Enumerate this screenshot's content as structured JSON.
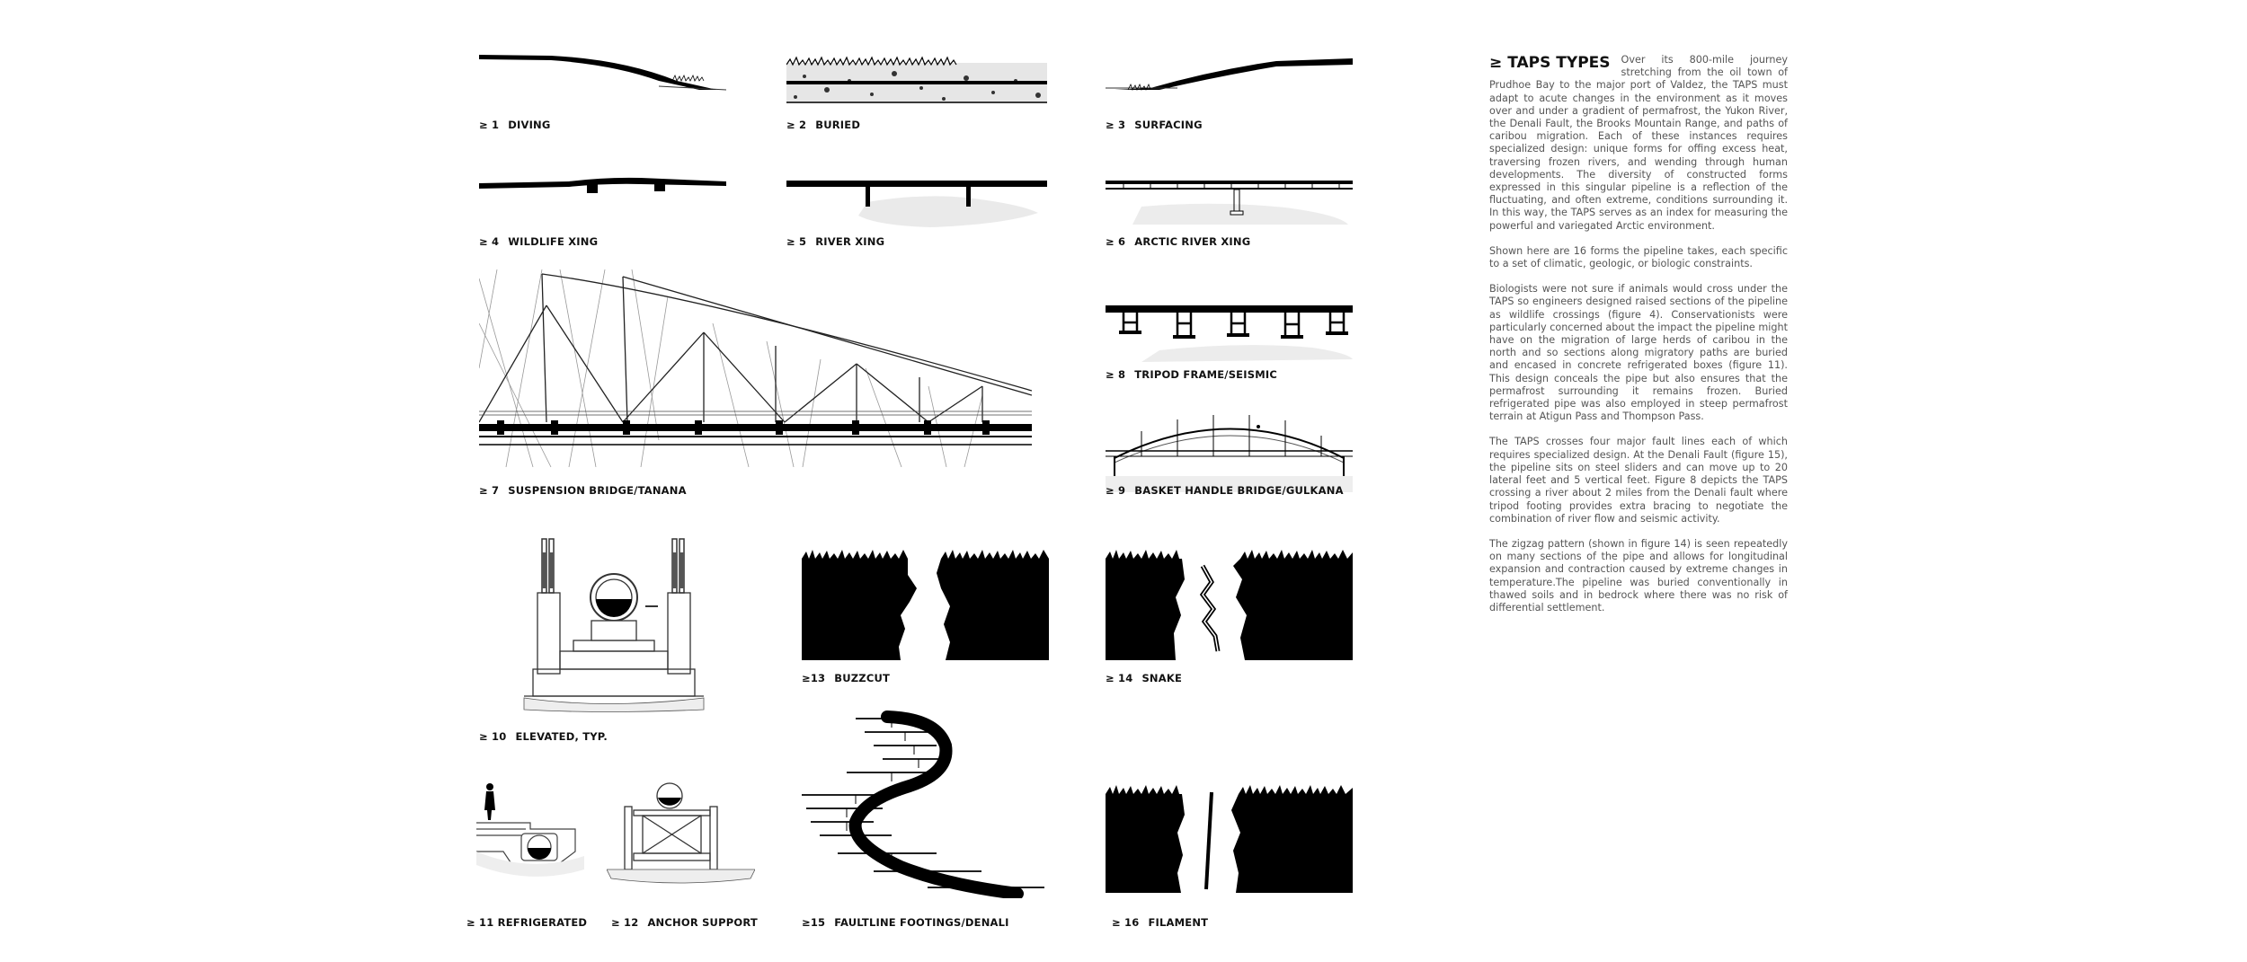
{
  "figures": [
    {
      "num": "≥ 1",
      "label": "DIVING"
    },
    {
      "num": "≥ 2",
      "label": "BURIED"
    },
    {
      "num": "≥ 3",
      "label": "SURFACING"
    },
    {
      "num": "≥ 4",
      "label": "WILDLIFE XING"
    },
    {
      "num": "≥ 5",
      "label": "RIVER XING"
    },
    {
      "num": "≥ 6",
      "label": "ARCTIC RIVER XING"
    },
    {
      "num": "≥ 7",
      "label": "SUSPENSION BRIDGE/TANANA"
    },
    {
      "num": "≥ 8",
      "label": "TRIPOD FRAME/SEISMIC"
    },
    {
      "num": "≥ 9",
      "label": "BASKET HANDLE BRIDGE/GULKANA"
    },
    {
      "num": "≥ 10",
      "label": "ELEVATED, TYP."
    },
    {
      "num": "≥ 11",
      "label": "REFRIGERATED"
    },
    {
      "num": "≥ 12",
      "label": "ANCHOR SUPPORT"
    },
    {
      "num": "≥13",
      "label": "BUZZCUT"
    },
    {
      "num": "≥ 14",
      "label": "SNAKE"
    },
    {
      "num": "≥15",
      "label": "FAULTLINE FOOTINGS/DENALI"
    },
    {
      "num": "≥ 16",
      "label": "FILAMENT"
    }
  ],
  "panel": {
    "title_mark": "≥",
    "title": "TAPS TYPES",
    "p1": "Over its 800-mile journey stretching from the oil town of Prudhoe Bay to the major port of Valdez, the TAPS must adapt to acute changes in the environment as it moves over and under a gradient of permafrost, the Yukon River, the Denali Fault, the Brooks Mountain Range, and paths of caribou migration. Each of these instances requires specialized design: unique forms for offing excess heat, traversing frozen rivers, and wending through human developments. The diversity of constructed forms expressed in this singular pipeline is a reflection of the fluctuating, and often extreme, conditions surrounding it. In this way, the TAPS serves as an index for measuring the powerful and variegated Arctic environment.",
    "p2": "Shown here are 16 forms the pipeline takes, each specific to a set of climatic, geologic, or biologic constraints.",
    "p3": "Biologists were not sure if animals would cross under the TAPS so engineers designed raised sections of the pipeline as wildlife crossings (figure 4). Conservationists were particularly concerned about the impact the pipeline might have on the migration of large herds of caribou in the north and so sections along migratory paths are buried and encased in concrete refrigerated boxes (figure 11). This design conceals the pipe but also ensures that the permafrost surrounding it remains frozen. Buried refrigerated pipe was also employed in steep permafrost terrain at Atigun Pass and Thompson Pass.",
    "p4": "The TAPS crosses four major fault lines each of which requires specialized design. At the Denali Fault (figure 15), the pipeline sits on steel sliders and can move up to 20 lateral feet and 5 vertical feet. Figure 8 depicts the TAPS crossing a river about 2 miles from the Denali fault where tripod footing provides extra bracing to negotiate the combination of river flow and seismic activity.",
    "p5": "The zigzag pattern (shown in figure 14) is seen repeatedly on many sections of the pipe and allows for longitudinal expansion and contraction caused by extreme changes in temperature.The pipeline was buried conventionally in thawed soils and in bedrock where there was no risk of differential settlement."
  }
}
